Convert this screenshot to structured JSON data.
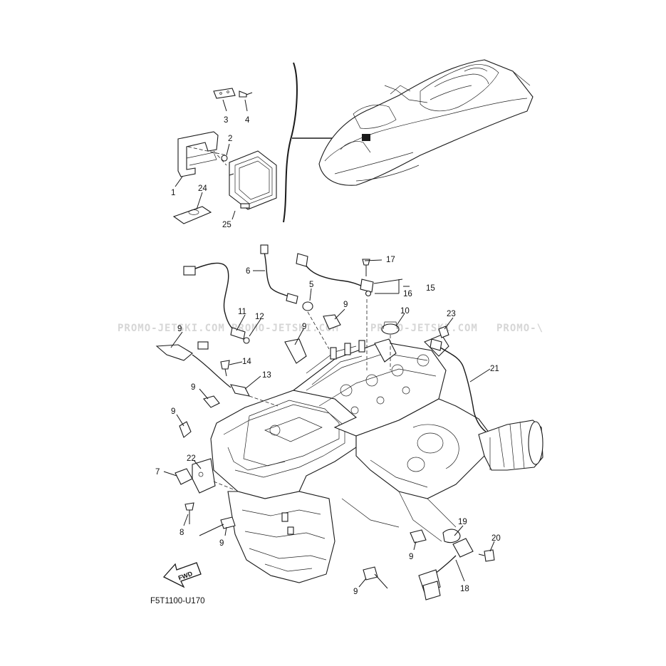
{
  "watermark": {
    "text_1": "PROMO-JETSKI.COM",
    "text_2": "PROMO-JETSKI.COM",
    "text_3": "PROMO-JETSKI.COM",
    "text_4": "PROMO-\\"
  },
  "diagram_code": "F5T1100-U170",
  "fwd_label": "FWD",
  "callouts": {
    "c1": "1",
    "c2": "2",
    "c3": "3",
    "c4": "4",
    "c5": "5",
    "c6": "6",
    "c7": "7",
    "c8": "8",
    "c9a": "9",
    "c9b": "9",
    "c9c": "9",
    "c9d": "9",
    "c9e": "9",
    "c9f": "9",
    "c9g": "9",
    "c9h": "9",
    "c10": "10",
    "c11": "11",
    "c12": "12",
    "c13": "13",
    "c14": "14",
    "c15": "15",
    "c16": "16",
    "c17": "17",
    "c18": "18",
    "c19": "19",
    "c20": "20",
    "c21": "21",
    "c22": "22",
    "c23": "23",
    "c24": "24",
    "c25": "25"
  },
  "colors": {
    "ink": "#1a1a1a",
    "watermark": "#d6d6d6",
    "background": "#ffffff"
  }
}
